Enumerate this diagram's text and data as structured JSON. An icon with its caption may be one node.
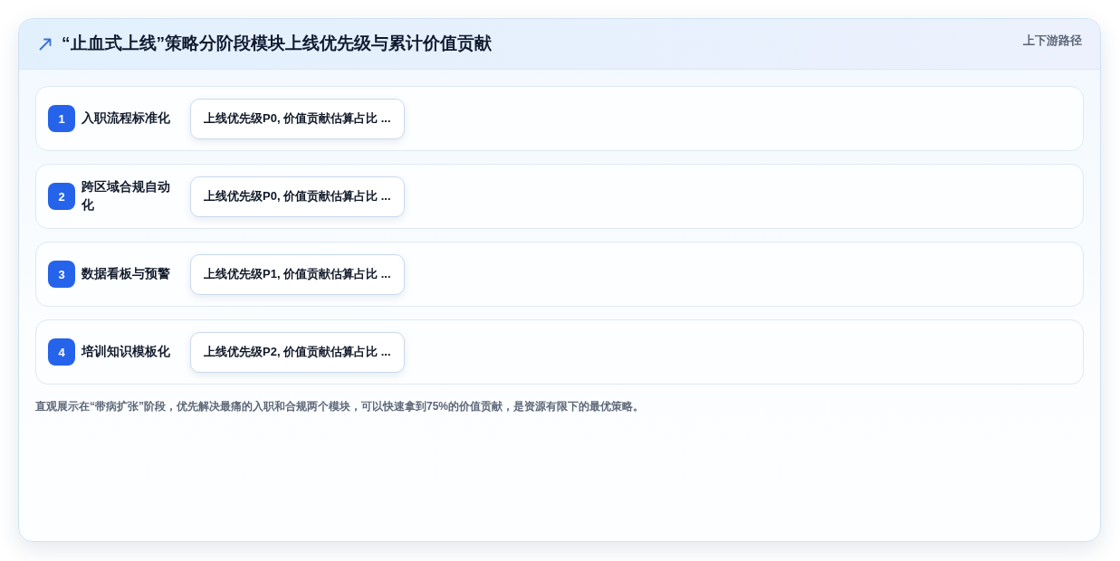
{
  "diagram": {
    "title": "“止血式上线”策略分阶段模块上线优先级与累计价值贡献",
    "caption": "直观展示在“带病扩张”阶段，优先解决最痛的入职和合规两个模块，可以快速拿到75%的价值贡献，是资源有限下的最优策略。",
    "nodes": [
      {
        "text": [
          "1",
          "入职流程标准化"
        ]
      },
      {
        "text": [
          "上线优先级P0, 价值贡献估算占比 ..."
        ],
        "in": 0
      },
      {
        "text": [
          "2",
          "跨区域合规自动化"
        ]
      },
      {
        "text": [
          "上线优先级P0, 价值贡献估算占比 ..."
        ],
        "in": 2
      },
      {
        "text": [
          "3",
          "数据看板与预警"
        ]
      },
      {
        "text": [
          "上线优先级P1, 价值贡献估算占比 ..."
        ],
        "in": 4
      },
      {
        "text": [
          "4",
          "培训知识模板化"
        ]
      },
      {
        "text": [
          "上线优先级P2, 价值贡献估算占比 ..."
        ],
        "in": 6
      }
    ],
    "labels": [
      "上下游路径"
    ]
  }
}
